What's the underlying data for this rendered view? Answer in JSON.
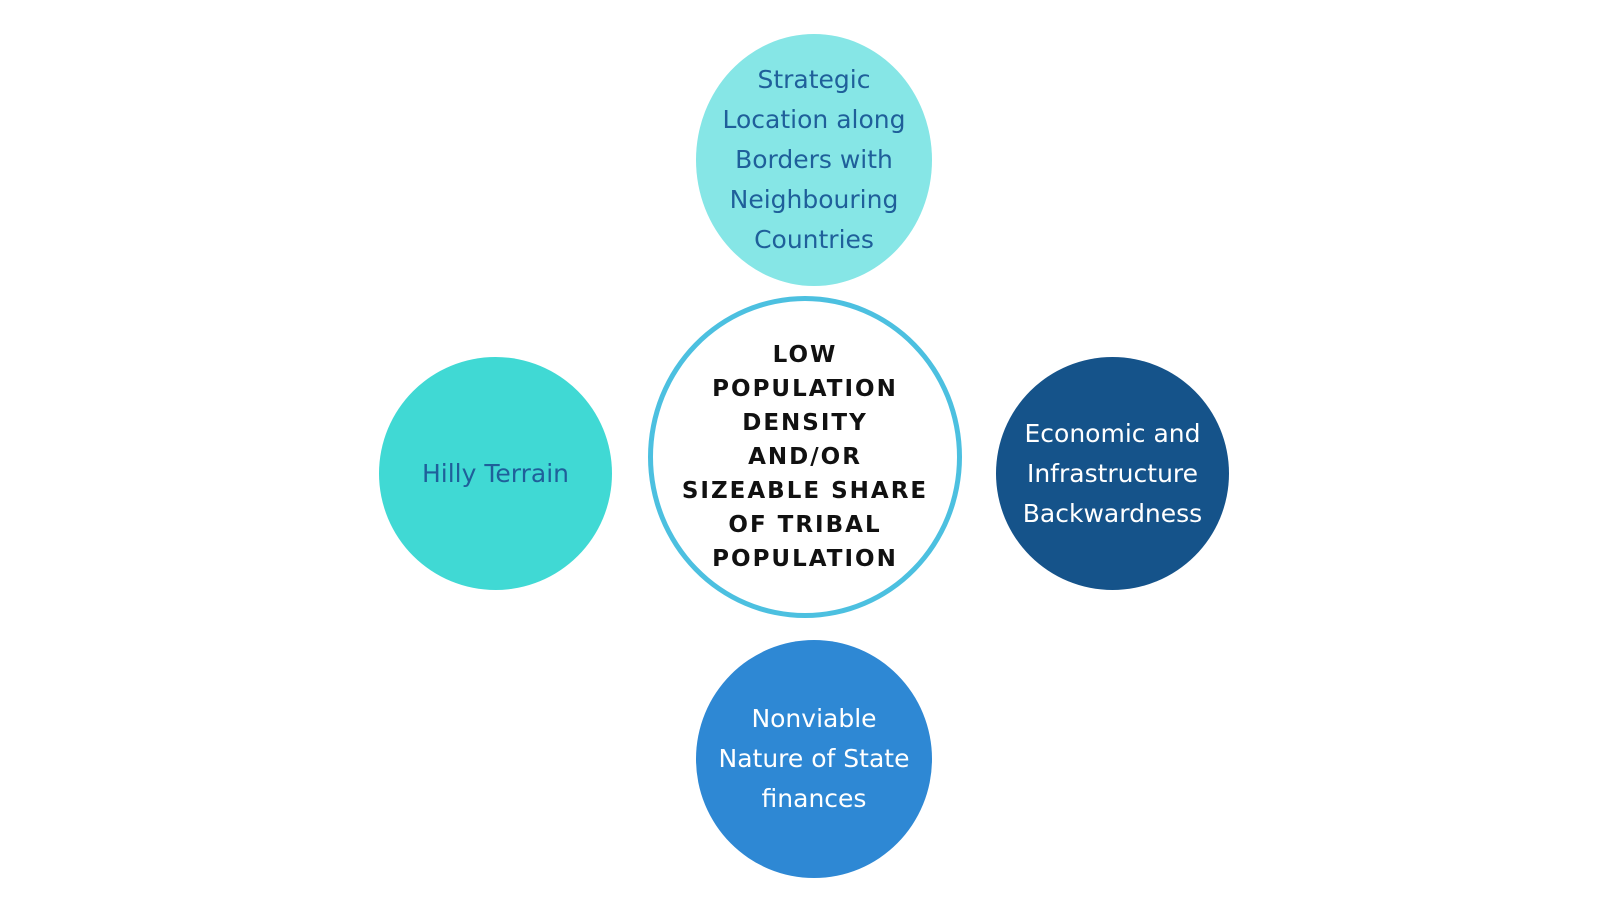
{
  "diagram": {
    "center": {
      "text": "LOW\nPOPULATION\nDENSITY\nAND/OR\nSIZEABLE SHARE\nOF TRIBAL\nPOPULATION",
      "fill": "#ffffff",
      "border": "#4cc0e0",
      "text_color": "#111111"
    },
    "top": {
      "text": "Strategic\nLocation along\nBorders with\nNeighbouring\nCountries",
      "fill": "#86e6e6",
      "text_color": "#1f5f9a"
    },
    "left": {
      "text": "Hilly Terrain",
      "fill": "#40d9d4",
      "text_color": "#1f5f9a"
    },
    "right": {
      "text": "Economic and\nInfrastructure\nBackwardness",
      "fill": "#15538a",
      "text_color": "#ffffff"
    },
    "bottom": {
      "text": "Nonviable\nNature of State\nfinances",
      "fill": "#2e88d4",
      "text_color": "#ffffff"
    }
  }
}
